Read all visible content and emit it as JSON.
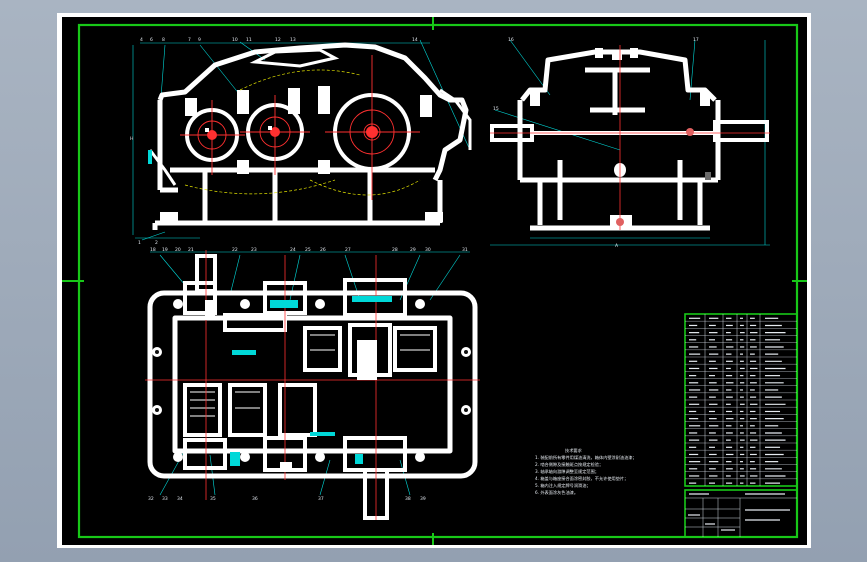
{
  "drawing": {
    "type": "gear reducer assembly drawing",
    "colors": {
      "background_outer": "#a3aebd",
      "sheet": "#ffffff",
      "drawing_area": "#000000",
      "border": "#18c818",
      "part_outline": "#ffffff",
      "center_lines": "#ff3030",
      "dimensions": "#00d8d8",
      "hidden_lines": "#e0e000"
    },
    "views": {
      "front": "front-view",
      "side": "side-view",
      "top": "top-section-view"
    },
    "technical_notes_title": "技术要求",
    "technical_notes": [
      "1. 装配前所有零件用煤油清洗，箱体内壁涂耐油油漆；",
      "2. 啮合侧隙及接触斑点按规定检验；",
      "3. 轴承轴向游隙调整至规定范围；",
      "4. 箱盖与箱座接合面涂密封胶，不允许使用垫片；",
      "5. 箱内注入规定牌号润滑油；",
      "6. 外表面涂灰色油漆。"
    ],
    "parts_list_rows": 24,
    "title_block_rows": 3
  }
}
